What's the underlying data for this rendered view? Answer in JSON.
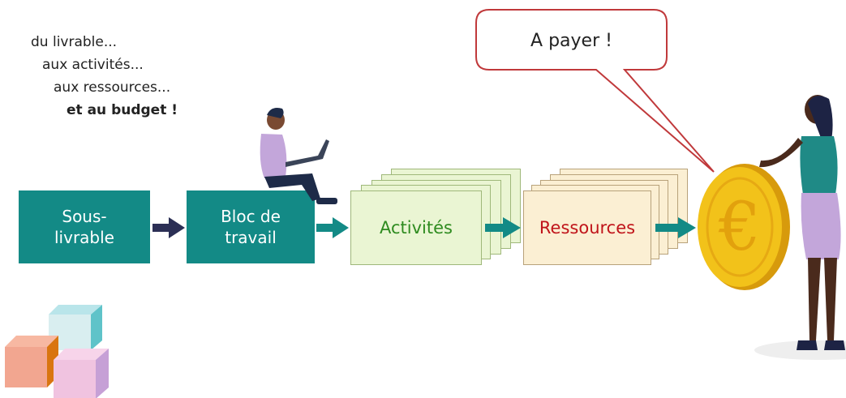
{
  "intro": {
    "line1": "du livrable...",
    "line2": "aux activités...",
    "line3": "aux ressources...",
    "line4": "et au budget !"
  },
  "flow": {
    "sous_livrable": [
      "Sous-",
      "livrable"
    ],
    "bloc_travail": [
      "Bloc de",
      "travail"
    ],
    "activites": "Activités",
    "ressources": "Ressources"
  },
  "bubble": {
    "text": "A payer !"
  },
  "coin": {
    "symbol": "€"
  },
  "colors": {
    "teal": "#138a86",
    "activites_text": "#2e8b1f",
    "ressources_text": "#c0141a",
    "bubble_border": "#c0393b",
    "coin_gold": "#f2c21a",
    "arrow_dark": "#2b2f55"
  }
}
